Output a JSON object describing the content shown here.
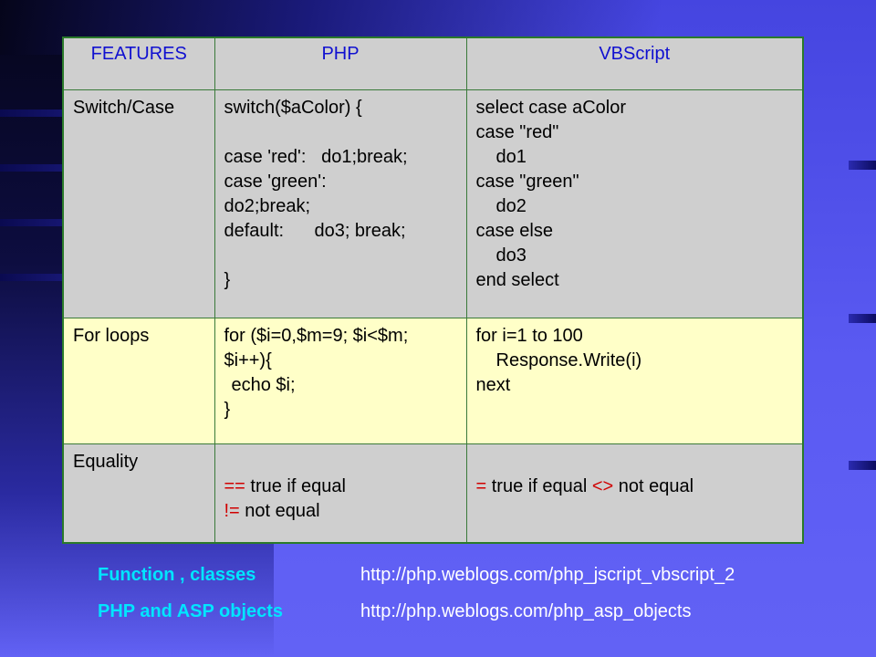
{
  "table": {
    "headers": [
      "FEATURES",
      "PHP",
      "VBScript"
    ],
    "switch_case": {
      "feature": "Switch/Case",
      "php": [
        "switch($aColor) {",
        "",
        "case 'red':   do1;break;",
        "case 'green':",
        "do2;break;",
        "default:      do3; break;",
        "",
        "}"
      ],
      "vbs": [
        "select case aColor",
        "case \"red\"",
        "do1",
        "case \"green\"",
        "do2",
        "case else",
        "do3",
        "end select"
      ]
    },
    "for_loops": {
      "feature": "For loops",
      "php": [
        "for ($i=0,$m=9; $i<$m;",
        "$i++){",
        "echo $i;",
        "}"
      ],
      "vbs": [
        "for i=1 to 100",
        "Response.Write(i)",
        "next"
      ]
    },
    "equality": {
      "feature": "Equality",
      "php_eq_op": "==",
      "php_eq_text": " true if equal",
      "php_ne_op": "!=",
      "php_ne_text": " not equal",
      "vbs_eq_op": "=",
      "vbs_eq_text": " true if equal ",
      "vbs_ne_op": "<>",
      "vbs_ne_text": " not equal"
    }
  },
  "links": [
    {
      "label": "Function , classes",
      "url": "http://php.weblogs.com/php_jscript_vbscript_2"
    },
    {
      "label": "PHP and ASP objects",
      "url": "http://php.weblogs.com/php_asp_objects"
    }
  ],
  "colors": {
    "php_code": "#0a9a0a",
    "vbs_code": "#c00000",
    "header_text": "#1010d0",
    "link_label": "#00e5ff",
    "link_url": "#ffffff"
  }
}
